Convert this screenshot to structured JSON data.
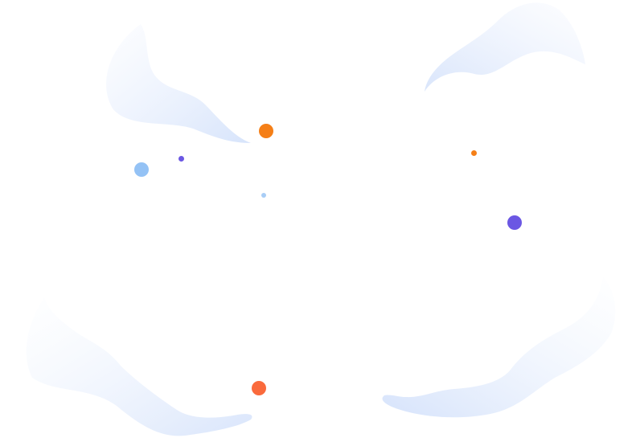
{
  "palette": {
    "background": "#ffffff",
    "wisp_light": "#f7f9fe",
    "wisp_mid": "#dde7fb",
    "orange": "#f57f17",
    "orange_red": "#fa6a3c",
    "purple": "#6b57e3",
    "light_blue": "#94c2f5",
    "pale_blue": "#a8cdf6"
  },
  "decorations": {
    "wisps": [
      "wisp-top-left",
      "wisp-top-right",
      "wisp-bottom-left",
      "wisp-bottom-right"
    ],
    "dots": [
      {
        "name": "dot-orange-large",
        "color_key": "orange"
      },
      {
        "name": "dot-purple-small",
        "color_key": "purple"
      },
      {
        "name": "dot-blue-medium",
        "color_key": "light_blue"
      },
      {
        "name": "dot-blue-tiny",
        "color_key": "pale_blue"
      },
      {
        "name": "dot-orange-small",
        "color_key": "orange"
      },
      {
        "name": "dot-purple-large",
        "color_key": "purple"
      },
      {
        "name": "dot-red-orange",
        "color_key": "orange_red"
      }
    ]
  }
}
